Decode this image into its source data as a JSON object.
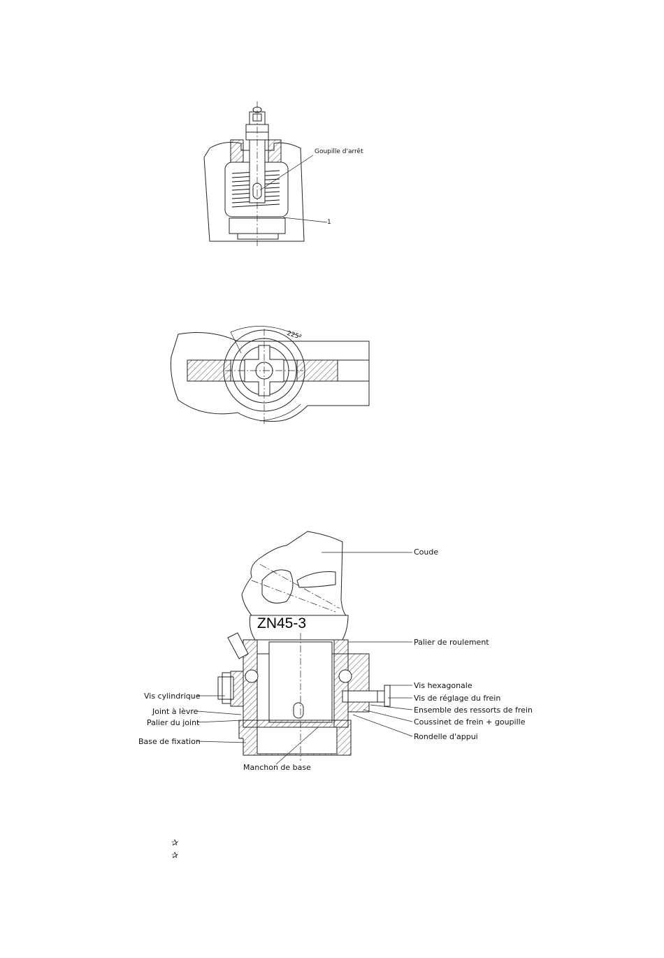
{
  "figure1": {
    "label_goupille": "Goupille d'arrêt",
    "label_one": "1"
  },
  "figure2": {
    "angle_label": "225°"
  },
  "figure3": {
    "model": "ZN45-3",
    "labels": {
      "coude": "Coude",
      "palier_roulement": "Palier de roulement",
      "vis_hexagonale": "Vis hexagonale",
      "vis_reglage": "Vis de réglage du frein",
      "ensemble_ressorts": "Ensemble des ressorts de frein",
      "coussinet": "Coussinet de frein + goupille",
      "rondelle": "Rondelle d'appui",
      "vis_cylindrique": "Vis cylindrique",
      "joint_levre": "Joint à lèvre",
      "palier_joint": "Palier du joint",
      "base_fixation": "Base de fixation",
      "manchon": "Manchon de base"
    }
  },
  "footer": {
    "bullets": [
      "✰",
      "✰"
    ]
  }
}
